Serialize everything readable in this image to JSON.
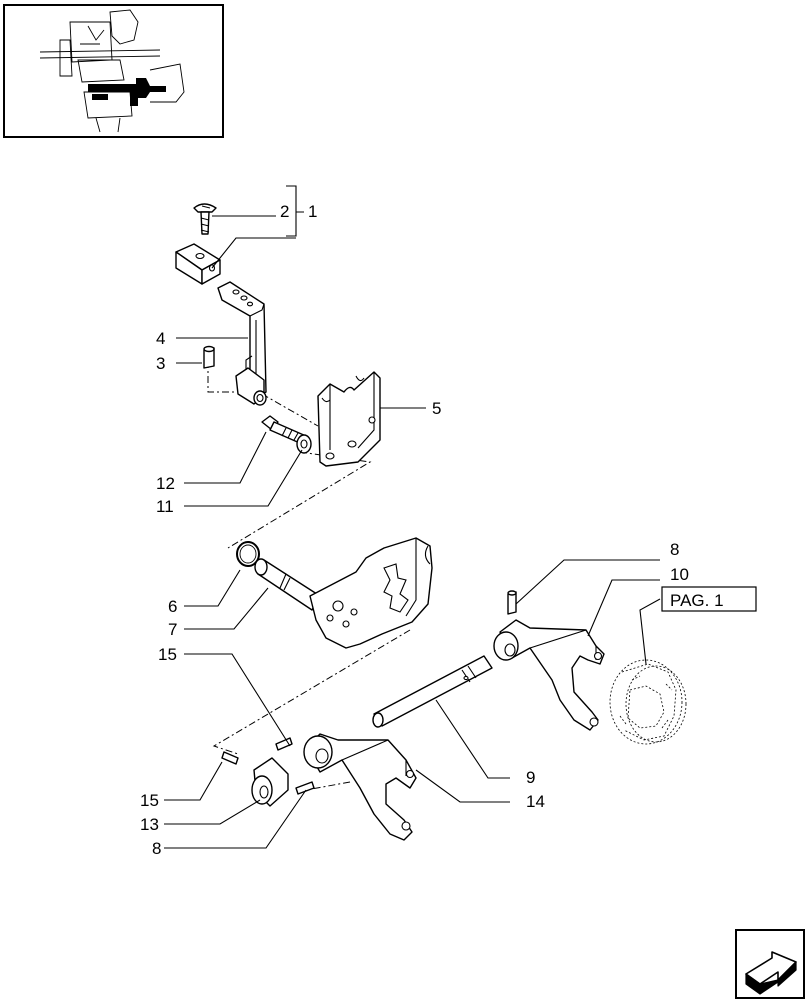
{
  "callouts": [
    "1",
    "2",
    "3",
    "4",
    "5",
    "6",
    "7",
    "8",
    "8",
    "9",
    "10",
    "11",
    "12",
    "13",
    "14",
    "15",
    "15"
  ],
  "page_ref": "PAG. 1",
  "icons": {
    "thumbnail": "assembly-location-thumbnail",
    "next_page": "next-page-arrow-icon"
  }
}
